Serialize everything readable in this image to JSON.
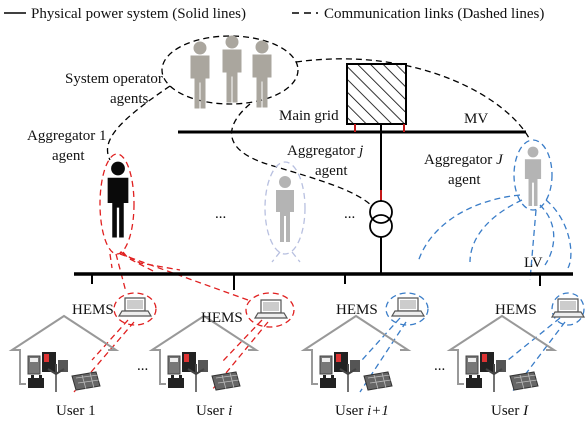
{
  "legend": {
    "solid": "Physical power system (Solid lines)",
    "dashed": "Communication links (Dashed lines)"
  },
  "labels": {
    "system_operator_1": "System operator",
    "system_operator_2": "agents",
    "main_grid": "Main grid",
    "mv": "MV",
    "lv": "LV",
    "agg1_1": "Aggregator 1",
    "agg1_2": "agent",
    "aggj_pre": "Aggregator ",
    "aggj_var": "j",
    "aggj_2": "agent",
    "aggJ_pre": "Aggregator ",
    "aggJ_var": "J",
    "aggJ_2": "agent",
    "hems": "HEMS",
    "ellipsis": "...",
    "user_1": "User 1",
    "user_i_pre": "User ",
    "user_i_var": "i",
    "user_i1_pre": "User ",
    "user_i1_var": "i+1",
    "user_I_pre": "User ",
    "user_I_var": "I"
  },
  "colors": {
    "power": "#000000",
    "operator_link": "#000000",
    "agg1_link": "#e02020",
    "aggj_link": "#b8c0e0",
    "aggJ_link": "#3a7dc8",
    "agent_black": "#0a0a0a",
    "agent_gray": "#b4b4b4",
    "operator_gray": "#aaa69e"
  }
}
